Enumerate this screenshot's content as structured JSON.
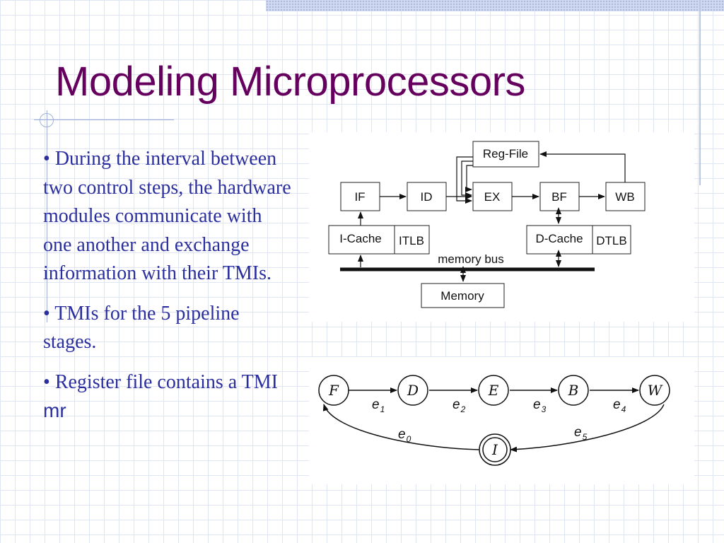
{
  "slide": {
    "title": "Modeling Microprocessors",
    "bullets": [
      {
        "bullet": "•",
        "text": " During the interval between two control steps, the hardware modules communicate with one another and exchange information with their TMIs."
      },
      {
        "bullet": "•",
        "text": " TMIs for the 5 pipeline stages."
      },
      {
        "bullet": "•",
        "text": "  Register file contains a TMI ",
        "code": "mr"
      }
    ]
  },
  "pipeline_diagram": {
    "boxes": {
      "regfile": "Reg-File",
      "if": "IF",
      "id": "ID",
      "ex": "EX",
      "bf": "BF",
      "wb": "WB",
      "icache": "I-Cache",
      "itlb": "ITLB",
      "dcache": "D-Cache",
      "dtlb": "DTLB",
      "memory": "Memory"
    },
    "bus_label": "memory bus"
  },
  "state_diagram": {
    "nodes": {
      "f": "F",
      "d": "D",
      "e": "E",
      "b": "B",
      "w": "W",
      "i": "I"
    },
    "edges": [
      {
        "label": "e",
        "sub": "1"
      },
      {
        "label": "e",
        "sub": "2"
      },
      {
        "label": "e",
        "sub": "3"
      },
      {
        "label": "e",
        "sub": "4"
      },
      {
        "label": "e",
        "sub": "0"
      },
      {
        "label": "e",
        "sub": "5"
      }
    ]
  }
}
